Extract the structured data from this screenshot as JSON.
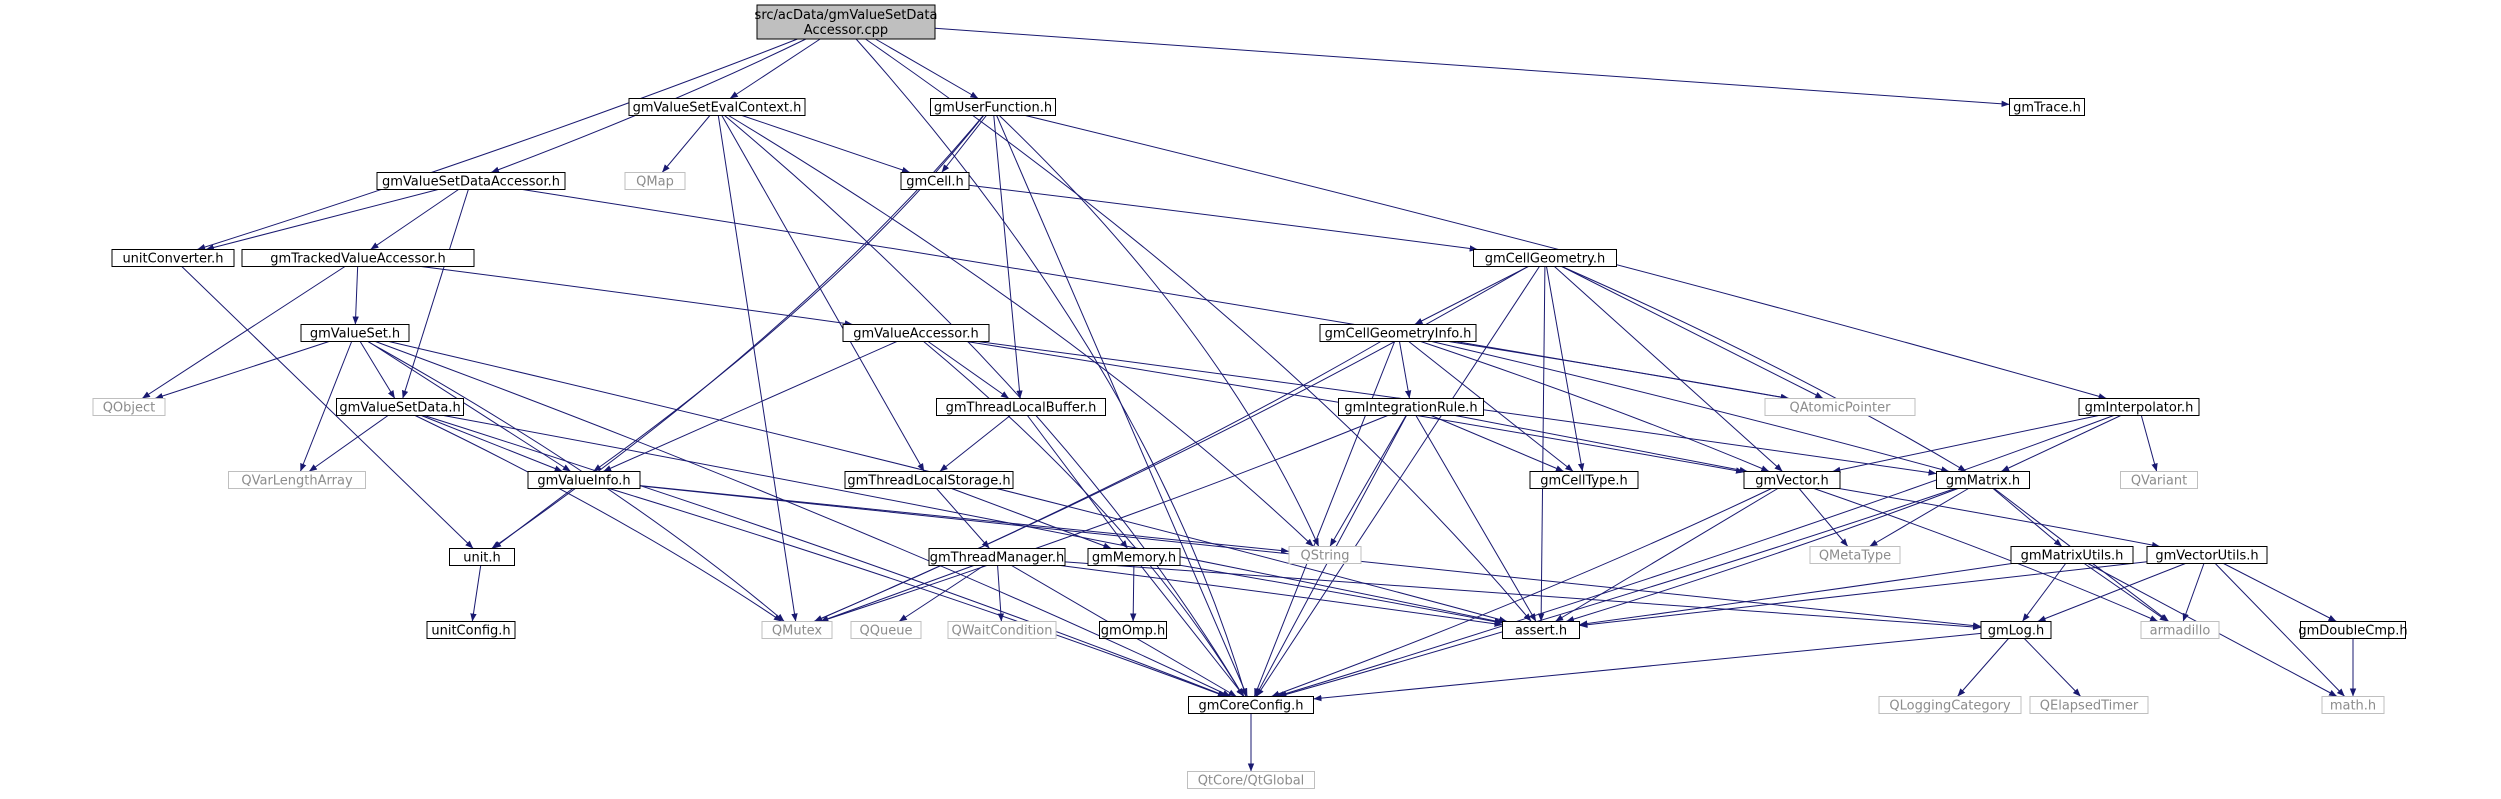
{
  "graph": {
    "edge_color": "#191970",
    "nodes": [
      {
        "id": "root",
        "lines": [
          "src/acData/gmValueSetData",
          "Accessor.cpp"
        ],
        "kind": "root"
      },
      {
        "id": "evalctx",
        "lines": [
          "gmValueSetEvalContext.h"
        ],
        "kind": "normal"
      },
      {
        "id": "userfunc",
        "lines": [
          "gmUserFunction.h"
        ],
        "kind": "normal"
      },
      {
        "id": "trace",
        "lines": [
          "gmTrace.h"
        ],
        "kind": "normal"
      },
      {
        "id": "qmap",
        "lines": [
          "QMap"
        ],
        "kind": "external"
      },
      {
        "id": "dataacc",
        "lines": [
          "gmValueSetDataAccessor.h"
        ],
        "kind": "normal"
      },
      {
        "id": "cell",
        "lines": [
          "gmCell.h"
        ],
        "kind": "normal"
      },
      {
        "id": "unitconv",
        "lines": [
          "unitConverter.h"
        ],
        "kind": "normal"
      },
      {
        "id": "tracked",
        "lines": [
          "gmTrackedValueAccessor.h"
        ],
        "kind": "normal"
      },
      {
        "id": "cellgeom",
        "lines": [
          "gmCellGeometry.h"
        ],
        "kind": "normal"
      },
      {
        "id": "valueset",
        "lines": [
          "gmValueSet.h"
        ],
        "kind": "normal"
      },
      {
        "id": "valueacc",
        "lines": [
          "gmValueAccessor.h"
        ],
        "kind": "normal"
      },
      {
        "id": "cgi",
        "lines": [
          "gmCellGeometryInfo.h"
        ],
        "kind": "normal"
      },
      {
        "id": "qobject",
        "lines": [
          "QObject"
        ],
        "kind": "external"
      },
      {
        "id": "vsdata",
        "lines": [
          "gmValueSetData.h"
        ],
        "kind": "normal"
      },
      {
        "id": "tlb",
        "lines": [
          "gmThreadLocalBuffer.h"
        ],
        "kind": "normal"
      },
      {
        "id": "intrule",
        "lines": [
          "gmIntegrationRule.h"
        ],
        "kind": "normal"
      },
      {
        "id": "qatomic",
        "lines": [
          "QAtomicPointer"
        ],
        "kind": "external"
      },
      {
        "id": "interp",
        "lines": [
          "gmInterpolator.h"
        ],
        "kind": "normal"
      },
      {
        "id": "qvarlen",
        "lines": [
          "QVarLengthArray"
        ],
        "kind": "external"
      },
      {
        "id": "tls",
        "lines": [
          "gmThreadLocalStorage.h"
        ],
        "kind": "normal"
      },
      {
        "id": "celltype",
        "lines": [
          "gmCellType.h"
        ],
        "kind": "normal"
      },
      {
        "id": "vector",
        "lines": [
          "gmVector.h"
        ],
        "kind": "normal"
      },
      {
        "id": "matrix",
        "lines": [
          "gmMatrix.h"
        ],
        "kind": "normal"
      },
      {
        "id": "qvariant",
        "lines": [
          "QVariant"
        ],
        "kind": "external"
      },
      {
        "id": "valueinfo",
        "lines": [
          "gmValueInfo.h"
        ],
        "kind": "normal"
      },
      {
        "id": "unit",
        "lines": [
          "unit.h"
        ],
        "kind": "normal"
      },
      {
        "id": "qstring",
        "lines": [
          "QString"
        ],
        "kind": "external"
      },
      {
        "id": "threadmgr",
        "lines": [
          "gmThreadManager.h"
        ],
        "kind": "normal"
      },
      {
        "id": "memory",
        "lines": [
          "gmMemory.h"
        ],
        "kind": "normal"
      },
      {
        "id": "qmetatype",
        "lines": [
          "QMetaType"
        ],
        "kind": "external"
      },
      {
        "id": "matutils",
        "lines": [
          "gmMatrixUtils.h"
        ],
        "kind": "normal"
      },
      {
        "id": "vecutils",
        "lines": [
          "gmVectorUtils.h"
        ],
        "kind": "normal"
      },
      {
        "id": "unitconfig",
        "lines": [
          "unitConfig.h"
        ],
        "kind": "normal"
      },
      {
        "id": "qmutex",
        "lines": [
          "QMutex"
        ],
        "kind": "external"
      },
      {
        "id": "qqueue",
        "lines": [
          "QQueue"
        ],
        "kind": "external"
      },
      {
        "id": "qwait",
        "lines": [
          "QWaitCondition"
        ],
        "kind": "external"
      },
      {
        "id": "omp",
        "lines": [
          "gmOmp.h"
        ],
        "kind": "normal"
      },
      {
        "id": "assert",
        "lines": [
          "assert.h"
        ],
        "kind": "normal"
      },
      {
        "id": "log",
        "lines": [
          "gmLog.h"
        ],
        "kind": "normal"
      },
      {
        "id": "armadillo",
        "lines": [
          "armadillo"
        ],
        "kind": "external"
      },
      {
        "id": "dblcmp",
        "lines": [
          "gmDoubleCmp.h"
        ],
        "kind": "normal"
      },
      {
        "id": "coreconfig",
        "lines": [
          "gmCoreConfig.h"
        ],
        "kind": "normal"
      },
      {
        "id": "qlogcat",
        "lines": [
          "QLoggingCategory"
        ],
        "kind": "external"
      },
      {
        "id": "qelapsed",
        "lines": [
          "QElapsedTimer"
        ],
        "kind": "external"
      },
      {
        "id": "math",
        "lines": [
          "math.h"
        ],
        "kind": "external"
      },
      {
        "id": "qtglobal",
        "lines": [
          "QtCore/QtGlobal"
        ],
        "kind": "external"
      }
    ],
    "edges": [
      [
        "root",
        "evalctx"
      ],
      [
        "root",
        "userfunc"
      ],
      [
        "root",
        "trace"
      ],
      [
        "root",
        "dataacc"
      ],
      [
        "root",
        "unitconv"
      ],
      [
        "root",
        "coreconfig"
      ],
      [
        "root",
        "assert"
      ],
      [
        "evalctx",
        "cell"
      ],
      [
        "evalctx",
        "qmap"
      ],
      [
        "evalctx",
        "qmutex"
      ],
      [
        "evalctx",
        "qstring"
      ],
      [
        "evalctx",
        "tls"
      ],
      [
        "evalctx",
        "coreconfig"
      ],
      [
        "userfunc",
        "cell"
      ],
      [
        "userfunc",
        "interp"
      ],
      [
        "userfunc",
        "tlb"
      ],
      [
        "userfunc",
        "qstring"
      ],
      [
        "userfunc",
        "valueinfo"
      ],
      [
        "userfunc",
        "unit"
      ],
      [
        "userfunc",
        "coreconfig"
      ],
      [
        "dataacc",
        "unitconv"
      ],
      [
        "dataacc",
        "tracked"
      ],
      [
        "dataacc",
        "vsdata"
      ],
      [
        "dataacc",
        "qatomic"
      ],
      [
        "cell",
        "cellgeom"
      ],
      [
        "unitconv",
        "unit"
      ],
      [
        "tracked",
        "qobject"
      ],
      [
        "tracked",
        "valueset"
      ],
      [
        "tracked",
        "valueacc"
      ],
      [
        "cellgeom",
        "cgi"
      ],
      [
        "cellgeom",
        "qatomic"
      ],
      [
        "cellgeom",
        "matrix"
      ],
      [
        "cellgeom",
        "vector"
      ],
      [
        "cellgeom",
        "qmutex"
      ],
      [
        "cellgeom",
        "coreconfig"
      ],
      [
        "cellgeom",
        "celltype"
      ],
      [
        "cellgeom",
        "assert"
      ],
      [
        "valueset",
        "qobject"
      ],
      [
        "valueset",
        "vsdata"
      ],
      [
        "valueset",
        "valueinfo"
      ],
      [
        "valueset",
        "qvarlen"
      ],
      [
        "valueset",
        "coreconfig"
      ],
      [
        "valueset",
        "assert"
      ],
      [
        "valueset",
        "qmutex"
      ],
      [
        "valueacc",
        "tlb"
      ],
      [
        "valueacc",
        "valueinfo"
      ],
      [
        "valueacc",
        "vector"
      ],
      [
        "valueacc",
        "matrix"
      ],
      [
        "valueacc",
        "coreconfig"
      ],
      [
        "cgi",
        "intrule"
      ],
      [
        "cgi",
        "celltype"
      ],
      [
        "cgi",
        "vector"
      ],
      [
        "cgi",
        "qatomic"
      ],
      [
        "cgi",
        "matrix"
      ],
      [
        "cgi",
        "qmutex"
      ],
      [
        "cgi",
        "coreconfig"
      ],
      [
        "vsdata",
        "valueinfo"
      ],
      [
        "vsdata",
        "qvarlen"
      ],
      [
        "vsdata",
        "coreconfig"
      ],
      [
        "vsdata",
        "qmutex"
      ],
      [
        "vsdata",
        "assert"
      ],
      [
        "tlb",
        "tls"
      ],
      [
        "tlb",
        "memory"
      ],
      [
        "intrule",
        "celltype"
      ],
      [
        "intrule",
        "vector"
      ],
      [
        "intrule",
        "qstring"
      ],
      [
        "intrule",
        "assert"
      ],
      [
        "intrule",
        "coreconfig"
      ],
      [
        "intrule",
        "qmutex"
      ],
      [
        "interp",
        "vector"
      ],
      [
        "interp",
        "matrix"
      ],
      [
        "interp",
        "qvariant"
      ],
      [
        "interp",
        "coreconfig"
      ],
      [
        "tls",
        "threadmgr"
      ],
      [
        "tls",
        "memory"
      ],
      [
        "vector",
        "qmetatype"
      ],
      [
        "vector",
        "vecutils"
      ],
      [
        "vector",
        "assert"
      ],
      [
        "vector",
        "armadillo"
      ],
      [
        "vector",
        "coreconfig"
      ],
      [
        "matrix",
        "matutils"
      ],
      [
        "matrix",
        "qmetatype"
      ],
      [
        "matrix",
        "assert"
      ],
      [
        "matrix",
        "coreconfig"
      ],
      [
        "matrix",
        "armadillo"
      ],
      [
        "valueinfo",
        "unit"
      ],
      [
        "valueinfo",
        "qstring"
      ],
      [
        "valueinfo",
        "log"
      ],
      [
        "valueinfo",
        "coreconfig"
      ],
      [
        "unit",
        "unitconfig"
      ],
      [
        "threadmgr",
        "qmutex"
      ],
      [
        "threadmgr",
        "qqueue"
      ],
      [
        "threadmgr",
        "qwait"
      ],
      [
        "threadmgr",
        "coreconfig"
      ],
      [
        "threadmgr",
        "assert"
      ],
      [
        "threadmgr",
        "log"
      ],
      [
        "memory",
        "omp"
      ],
      [
        "memory",
        "coreconfig"
      ],
      [
        "memory",
        "assert"
      ],
      [
        "matutils",
        "assert"
      ],
      [
        "matutils",
        "log"
      ],
      [
        "matutils",
        "armadillo"
      ],
      [
        "matutils",
        "math"
      ],
      [
        "vecutils",
        "assert"
      ],
      [
        "vecutils",
        "log"
      ],
      [
        "vecutils",
        "armadillo"
      ],
      [
        "vecutils",
        "dblcmp"
      ],
      [
        "vecutils",
        "math"
      ],
      [
        "log",
        "qlogcat"
      ],
      [
        "log",
        "qelapsed"
      ],
      [
        "log",
        "coreconfig"
      ],
      [
        "dblcmp",
        "math"
      ],
      [
        "coreconfig",
        "qtglobal"
      ]
    ]
  }
}
